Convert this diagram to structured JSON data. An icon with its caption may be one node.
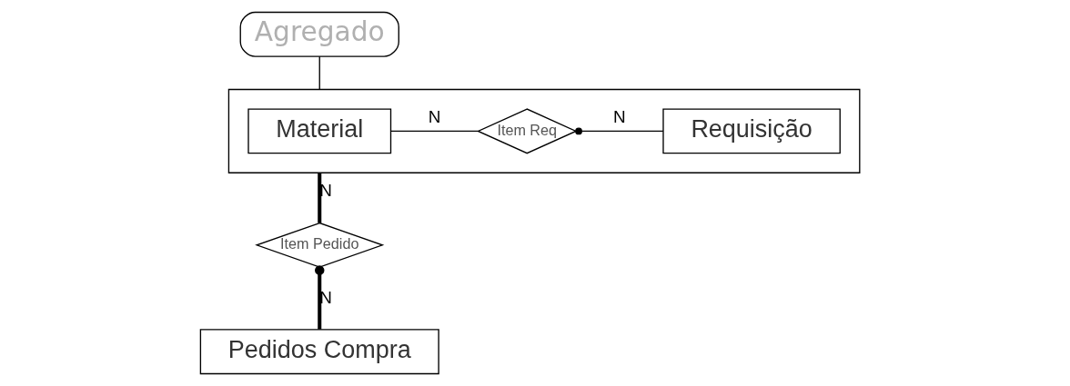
{
  "diagram": {
    "nodes": [
      {
        "text": [],
        "shape": "box"
      },
      {
        "text": [
          "Material"
        ],
        "in": 0
      },
      {
        "text": [
          "Item Req"
        ],
        "in": 0
      },
      {
        "text": [
          "Requisição"
        ],
        "in": 0
      },
      {
        "text": [
          "Agregado"
        ]
      },
      {
        "text": [
          "Item Pedido"
        ]
      },
      {
        "text": [
          "Pedidos Compra"
        ]
      }
    ],
    "edges": [
      {
        "from": 1,
        "to": 2,
        "arrow": "none",
        "label": "N"
      },
      {
        "from": 2,
        "to": 3,
        "arrow": "other",
        "label": "N"
      },
      {
        "from": 0,
        "to": 5,
        "arrow": "none",
        "label": "N",
        "style": "thick"
      },
      {
        "from": 5,
        "to": 6,
        "arrow": "other",
        "label": "N",
        "style": "thick"
      },
      {
        "from": 4,
        "to": 0,
        "arrow": "none"
      }
    ]
  }
}
